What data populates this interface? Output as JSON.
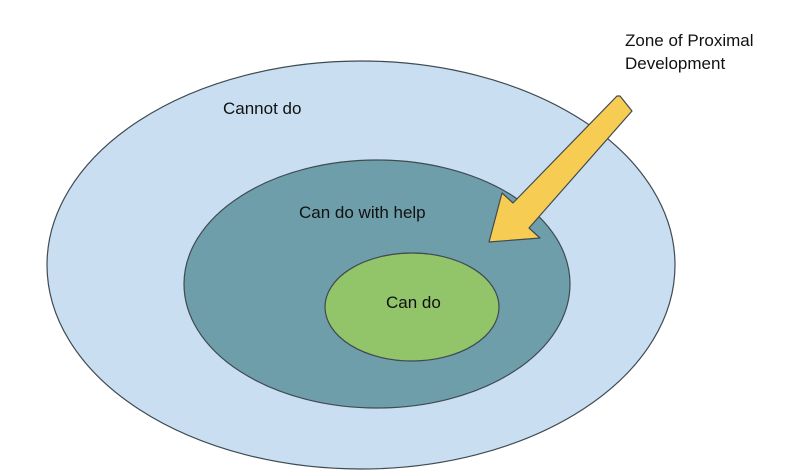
{
  "zones": {
    "outer": {
      "label": "Cannot do",
      "color": "#c9dff1"
    },
    "middle": {
      "label": "Can do with help",
      "color": "#6f9eab"
    },
    "inner": {
      "label": "Can do",
      "color": "#92c46a"
    }
  },
  "callout": {
    "line1": "Zone of Proximal",
    "line2": "Development",
    "arrow_color": "#f7cc52"
  },
  "outline_color": "#3f4a52"
}
